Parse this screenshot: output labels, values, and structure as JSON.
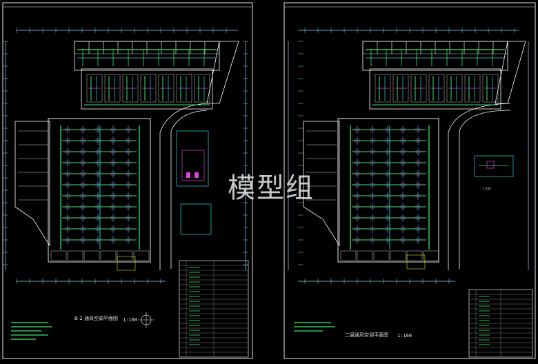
{
  "watermark": "模型组",
  "sheets": [
    {
      "title": "B-2 通风空调平面图",
      "scale": "1:160"
    },
    {
      "title": "二层通风空调平面图",
      "scale": "1:160"
    }
  ],
  "detail_label": "1:160",
  "colors": {
    "background": "#000000",
    "frame": "#e8e8e8",
    "wall": "#ffffff",
    "duct_green": "#39e66a",
    "duct_cyan": "#27d7e0",
    "duct_magenta": "#e040e0",
    "grid": "#7fd8ff",
    "text": "#e0e0e0"
  }
}
